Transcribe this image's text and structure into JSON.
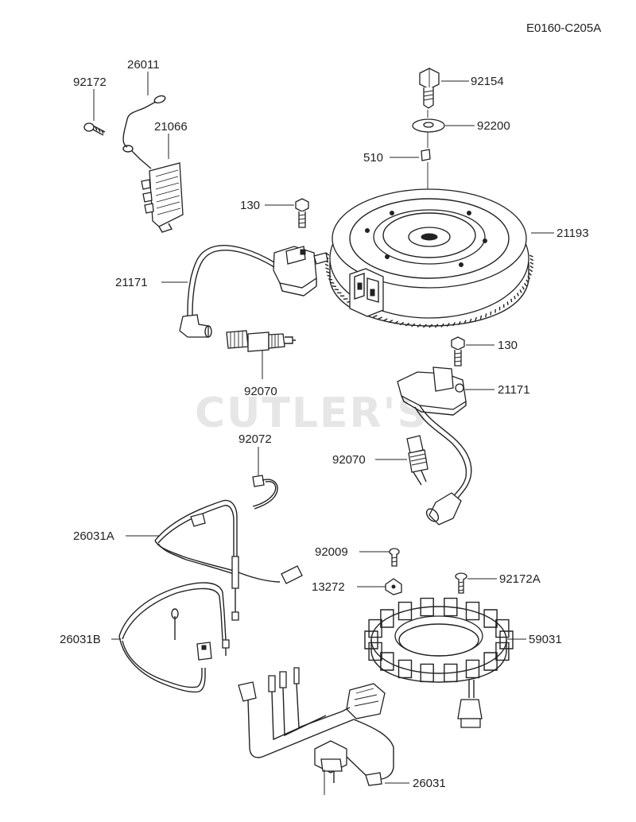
{
  "diagram": {
    "code": "E0160-C205A",
    "watermark": "CUTLER'S",
    "callouts": {
      "p92172": "92172",
      "p26011": "26011",
      "p21066": "21066",
      "p92154": "92154",
      "p92200": "92200",
      "p510": "510",
      "p130a": "130",
      "p21193": "21193",
      "p21171a": "21171",
      "p130b": "130",
      "p21171b": "21171",
      "p92070a": "92070",
      "p92072": "92072",
      "p92070b": "92070",
      "p26031A": "26031A",
      "p92009": "92009",
      "p13272": "13272",
      "p92172A": "92172A",
      "p26031B": "26031B",
      "p59031": "59031",
      "p26031": "26031"
    }
  }
}
